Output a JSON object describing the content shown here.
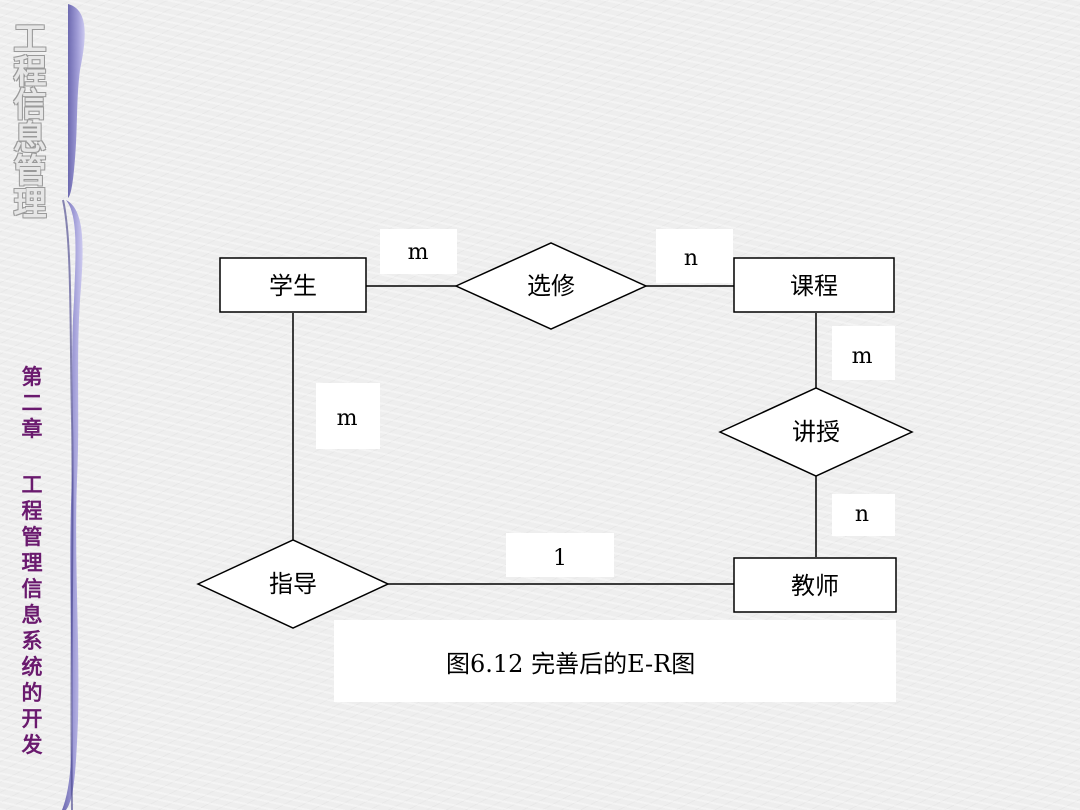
{
  "sidebar": {
    "title_chars": [
      "工",
      "程",
      "信",
      "息",
      "管",
      "理"
    ],
    "chapter_top": [
      "第",
      "二",
      "章"
    ],
    "chapter_bottom": [
      "工",
      "程",
      "管",
      "理",
      "信",
      "息",
      "系",
      "统",
      "的",
      "开",
      "发"
    ]
  },
  "diagram": {
    "entities": {
      "student": "学生",
      "course": "课程",
      "teacher": "教师"
    },
    "relationships": {
      "enroll": "选修",
      "teach": "讲授",
      "advise": "指导"
    },
    "cardinalities": {
      "student_enroll": "m",
      "enroll_course": "n",
      "course_teach": "m",
      "student_advise": "m",
      "teach_teacher": "n",
      "advise_teacher": "1"
    },
    "caption": "图6.12  完善后的E-R图"
  }
}
